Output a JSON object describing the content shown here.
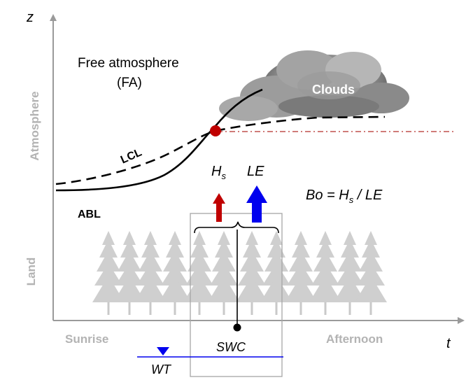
{
  "axes": {
    "z": "z",
    "t": "t"
  },
  "regions": {
    "atmosphere": "Atmosphere",
    "land": "Land"
  },
  "labels": {
    "free_atmosphere": "Free atmosphere",
    "fa": "(FA)",
    "clouds": "Clouds",
    "lcl": "LCL",
    "abl": "ABL",
    "hs_main": "H",
    "hs_sub": "s",
    "le": "LE",
    "bowen_lhs": "Bo = H",
    "bowen_sub": "s",
    "bowen_rhs": " / LE",
    "sunrise": "Sunrise",
    "afternoon": "Afternoon",
    "swc": "SWC",
    "wt": "WT"
  },
  "colors": {
    "axis": "#9a9a9a",
    "sensible_heat_arrow": "#c00000",
    "latent_heat_arrow": "#0000ee",
    "water_table": "#0000ee",
    "cloud_base_line": "#c0504d",
    "region_labels": "#b3b3b3",
    "trees": "#cfcfcf"
  }
}
